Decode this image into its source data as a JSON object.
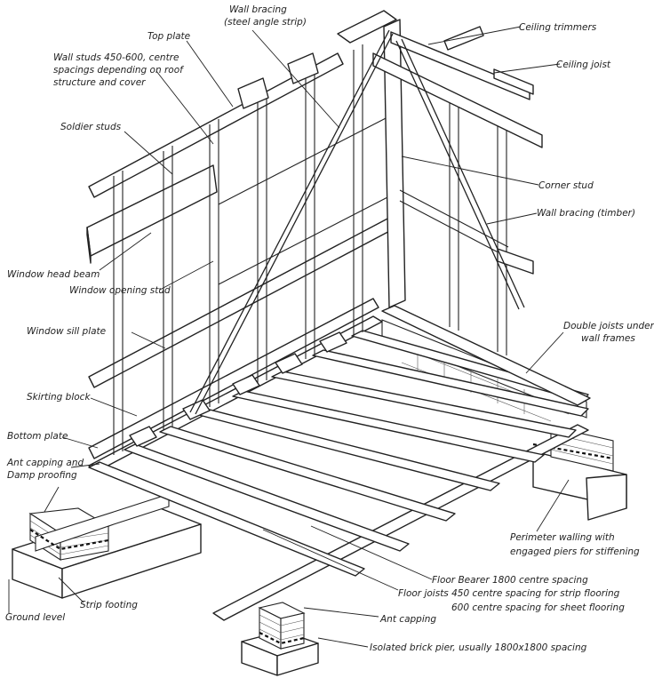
{
  "labels": {
    "wall_bracing_1": "Wall bracing",
    "wall_bracing_2": "(steel angle strip)",
    "top_plate": "Top plate",
    "wall_studs_1": "Wall studs 450-600, centre",
    "wall_studs_2": "spacings depending on roof",
    "wall_studs_3": "structure and cover",
    "soldier_studs": "Soldier studs",
    "window_head_beam": "Window head beam",
    "window_opening_stud": "Window opening stud",
    "window_sill_plate": "Window sill plate",
    "skirting_block": "Skirting block",
    "bottom_plate": "Bottom plate",
    "ant_capping_damp_1": "Ant capping and",
    "ant_capping_damp_2": "Damp proofing",
    "ground_level": "Ground level",
    "strip_footing": "Strip footing",
    "ceiling_trimmers": "Ceiling trimmers",
    "ceiling_joist": "Ceiling joist",
    "corner_stud": "Corner stud",
    "wall_bracing_timber": "Wall bracing (timber)",
    "double_joists_1": "Double joists under",
    "double_joists_2": "wall frames",
    "perimeter_walling_1": "Perimeter walling with",
    "perimeter_walling_2": "engaged piers for stiffening",
    "floor_bearer": "Floor Bearer 1800 centre spacing",
    "floor_joists_1": "Floor joists 450 centre spacing for strip flooring",
    "floor_joists_2": "600 centre spacing for sheet flooring",
    "ant_capping": "Ant capping",
    "isolated_pier": "Isolated brick pier, usually 1800x1800 spacing"
  }
}
